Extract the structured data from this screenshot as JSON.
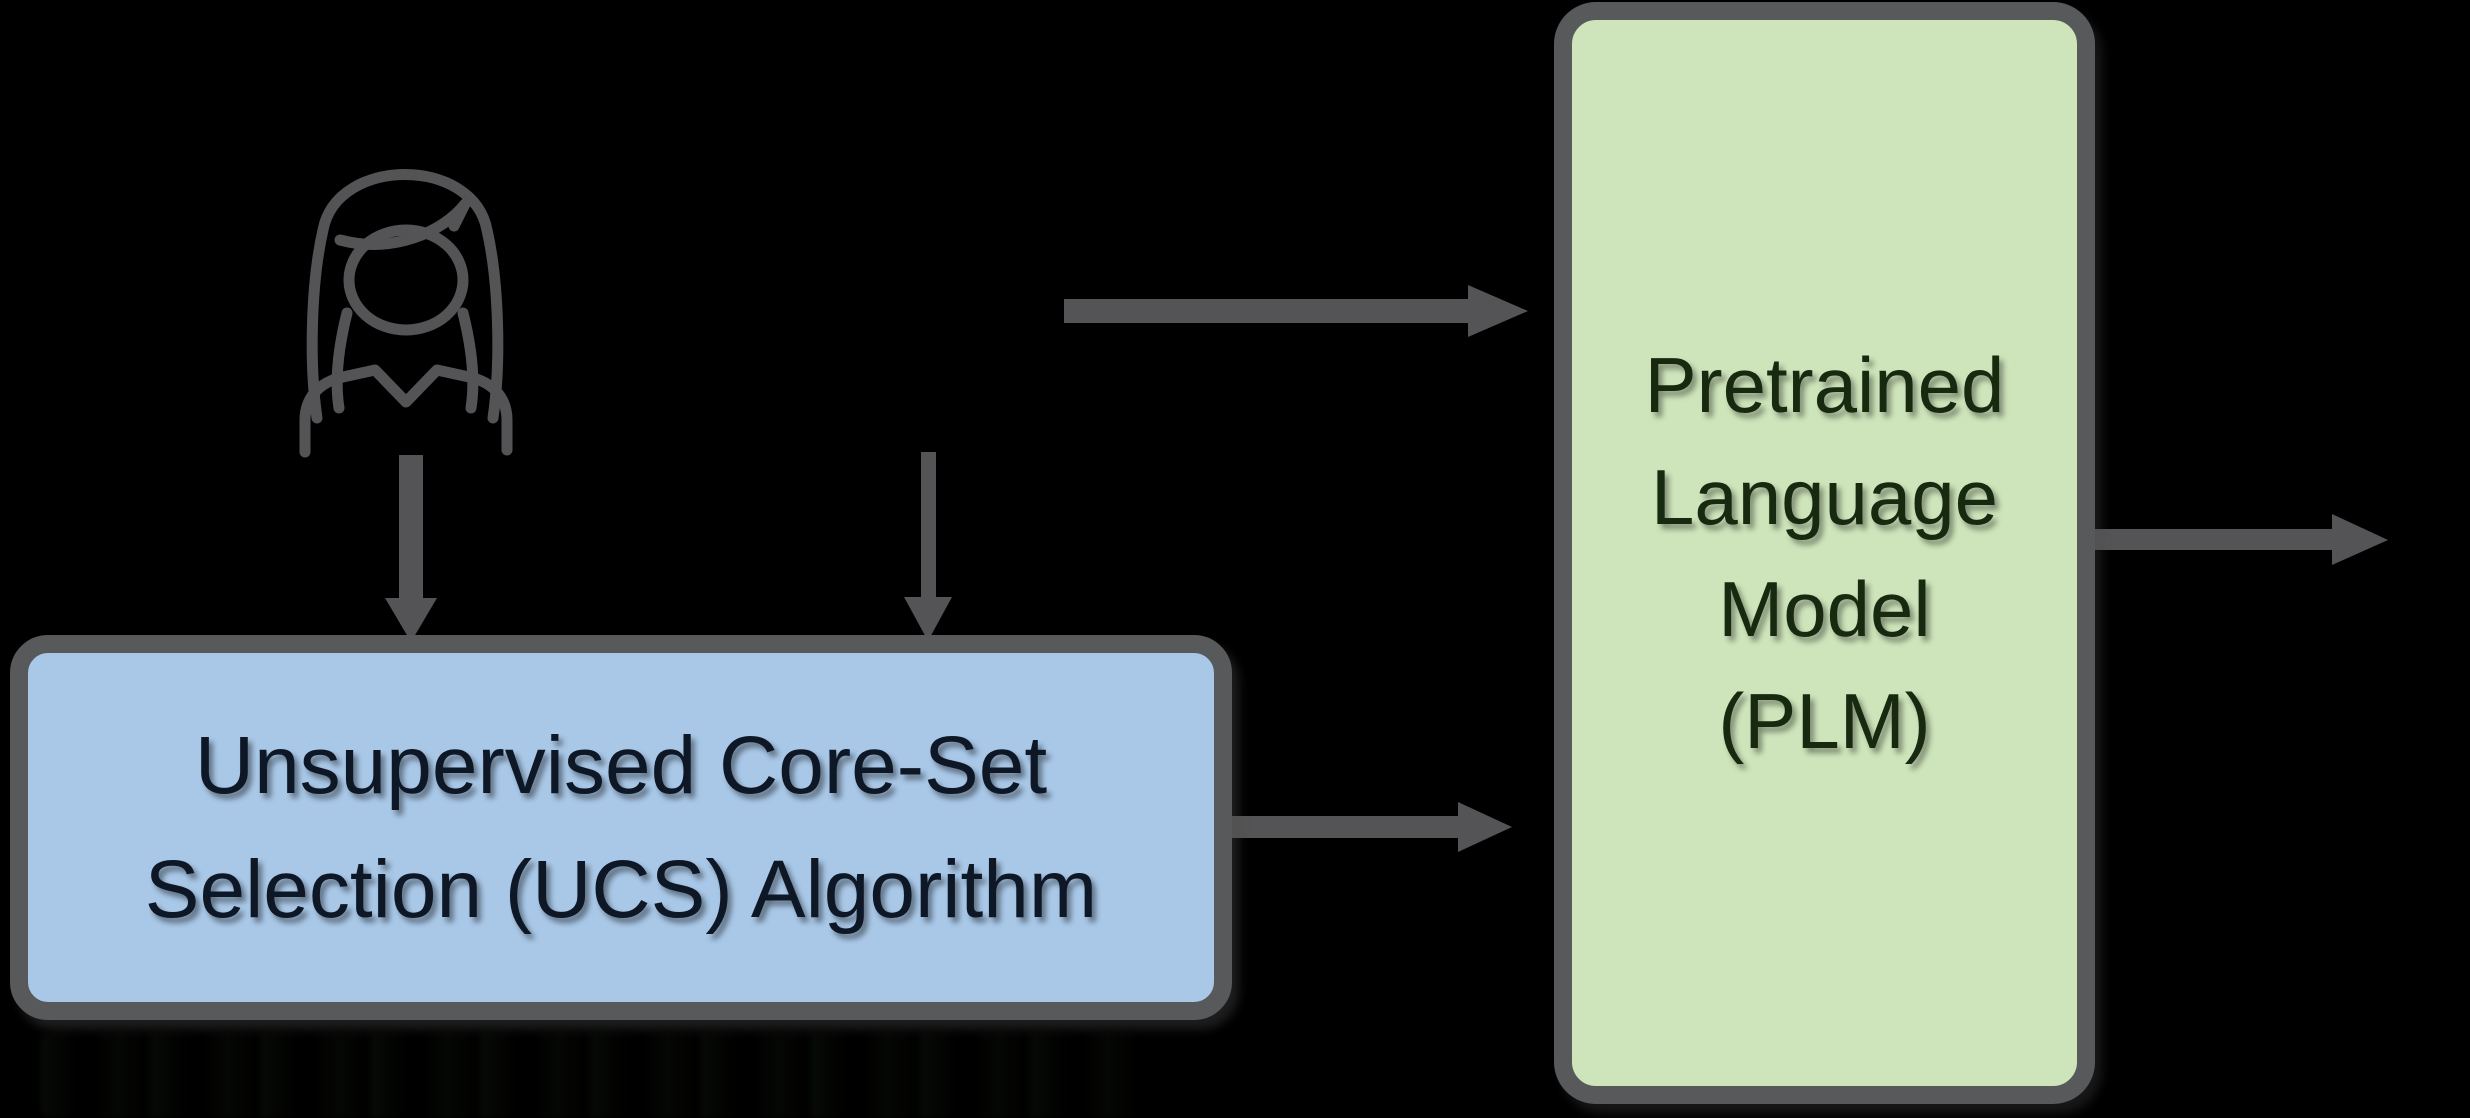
{
  "diagram": {
    "type": "flowchart",
    "background_color": "#000000",
    "nodes": {
      "ucs": {
        "id": "ucs",
        "lines": [
          "Unsupervised Core-Set",
          "Selection (UCS) Algorithm"
        ],
        "full_label": "Unsupervised Core-Set Selection (UCS) Algorithm",
        "fill_color": "#a9c8e8",
        "border_color": "#58595b",
        "text_color": "#0e1726"
      },
      "plm": {
        "id": "plm",
        "lines": [
          "Pretrained",
          "Language",
          "Model",
          "(PLM)"
        ],
        "full_label": "Pretrained Language Model (PLM)",
        "fill_color": "#cee5bb",
        "border_color": "#58595b",
        "text_color": "#17290f"
      }
    },
    "icons": {
      "person": "person-user-icon"
    },
    "arrow_color": "#545456",
    "connections": [
      {
        "from": "person-user-icon",
        "to": "ucs",
        "direction": "down"
      },
      {
        "from": "offscreen-top",
        "to": "ucs",
        "direction": "down"
      },
      {
        "from": "offscreen-left",
        "to": "plm",
        "direction": "right"
      },
      {
        "from": "ucs",
        "to": "plm",
        "direction": "right"
      },
      {
        "from": "plm",
        "to": "offscreen-right",
        "direction": "right"
      }
    ]
  }
}
